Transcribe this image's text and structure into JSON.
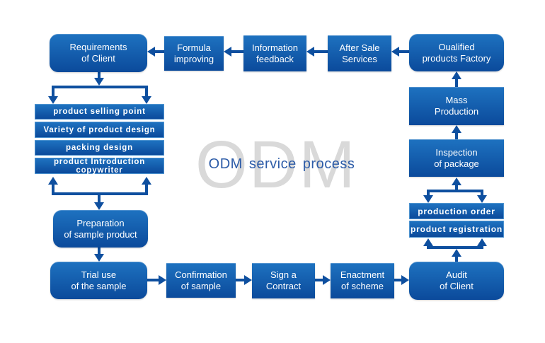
{
  "title": {
    "text": "ODM service process",
    "watermark": "ODM"
  },
  "colors": {
    "box_top": "#1e72c0",
    "box_bottom": "#0b4a9b",
    "arrow": "#0e4f9f",
    "title_color": "#2d5ca8",
    "watermark_color": "#d9d9d9"
  },
  "nodes": {
    "requirements": "Requirements\nof Client",
    "formula": "Formula\nimproving",
    "feedback": "Information\nfeedback",
    "after_sale": "After Sale\nServices",
    "factory": "Oualified\nproducts Factory",
    "selling_point": "product selling point",
    "variety": "Variety of product design",
    "packing": "packing design",
    "copywriter": "product Introduction copywriter",
    "preparation": "Preparation\nof sample product",
    "trial": "Trial use\nof the sample",
    "confirmation": "Confirmation\nof sample",
    "sign": "Sign a\nContract",
    "enactment": "Enactment\nof scheme",
    "audit": "Audit\nof Client",
    "production_order": "production order",
    "registration": "product registration",
    "inspection": "Inspection\nof package",
    "mass": "Mass\nProduction"
  }
}
